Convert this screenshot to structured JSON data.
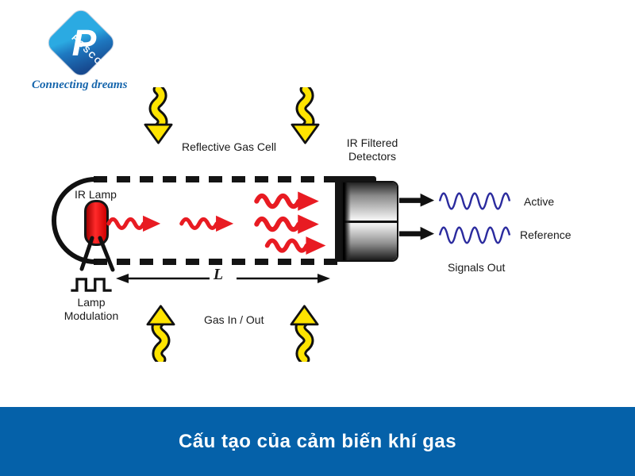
{
  "logo": {
    "monogram": "P",
    "brand": "POSCOM",
    "tagline": "Connecting dreams"
  },
  "diagram": {
    "labels": {
      "reflective_gas_cell": "Reflective Gas Cell",
      "ir_filtered_line1": "IR Filtered",
      "ir_filtered_line2": "Detectors",
      "ir_lamp": "IR Lamp",
      "lamp_modulation_line1": "Lamp",
      "lamp_modulation_line2": "Modulation",
      "gas_in_out": "Gas In / Out",
      "cell_length": "L",
      "active": "Active",
      "reference": "Reference",
      "signals_out": "Signals Out"
    },
    "colors": {
      "ir_beam_red": "#E81B22",
      "gas_arrow_yellow": "#FFE400",
      "signal_wave_blue": "#2B2B9E",
      "outline_black": "#111111",
      "logo_blue_light": "#2BAAE2",
      "logo_blue_dark": "#174A90",
      "banner_blue": "#0561A9"
    }
  },
  "banner": {
    "title": "Cấu tạo của cảm biến khí gas"
  }
}
